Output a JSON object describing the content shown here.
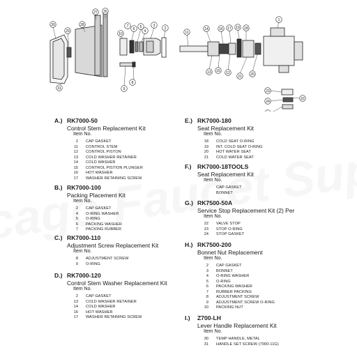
{
  "watermark": "Chicago Faucet Supply",
  "diagram": {
    "callouts": [
      "1",
      "2",
      "3",
      "4",
      "5",
      "6",
      "7",
      "8",
      "9",
      "10",
      "11",
      "12",
      "13",
      "14",
      "15",
      "16",
      "17",
      "18",
      "19",
      "20",
      "21",
      "22",
      "23",
      "24",
      "25",
      "26",
      "27",
      "28",
      "29",
      "30",
      "31"
    ]
  },
  "item_no_label": "Item No.",
  "kits": [
    {
      "letter": "A.)",
      "code": "RK7000-50",
      "title": "Control Stem Replacement Kit",
      "parts": [
        {
          "num": "2",
          "desc": "CAP GASKET"
        },
        {
          "num": "11",
          "desc": "CONTROL STEM"
        },
        {
          "num": "12",
          "desc": "CONTROL PISTON"
        },
        {
          "num": "13",
          "desc": "COLD WASHER RETAINER"
        },
        {
          "num": "14",
          "desc": "COLD WASHER"
        },
        {
          "num": "15",
          "desc": "CONTROL PISTION PLUNGER"
        },
        {
          "num": "16",
          "desc": "HOT WASHER"
        },
        {
          "num": "17",
          "desc": "WASHER RETAINING SCREW"
        }
      ]
    },
    {
      "letter": "B.)",
      "code": "RK7000-100",
      "title": "Packing Placement Kit",
      "parts": [
        {
          "num": "2",
          "desc": "CAP GASKET"
        },
        {
          "num": "4",
          "desc": "O-RING WASHER"
        },
        {
          "num": "5",
          "desc": "O-RING"
        },
        {
          "num": "6",
          "desc": "PACKING WASHER"
        },
        {
          "num": "7",
          "desc": "PACKING RUBBER"
        }
      ]
    },
    {
      "letter": "C.)",
      "code": "RK7000-110",
      "title": "Adjustment Screw Replacement Kit",
      "parts": [
        {
          "num": "8",
          "desc": "ADJUSTMENT SCREW"
        },
        {
          "num": "9",
          "desc": "O-RING"
        }
      ]
    },
    {
      "letter": "D.)",
      "code": "RK7000-120",
      "title": "Control Stem Washer Replacement Kit",
      "parts": [
        {
          "num": "2",
          "desc": "CAP GASKET"
        },
        {
          "num": "13",
          "desc": "COLD WASHER RETAINER"
        },
        {
          "num": "14",
          "desc": "COLD WASHER"
        },
        {
          "num": "16",
          "desc": "HOT WASHER"
        },
        {
          "num": "17",
          "desc": "WASHER RETAINING SCREW"
        }
      ]
    },
    {
      "letter": "E.)",
      "code": "RK7000-180",
      "title": "Seat Replacement Kit",
      "parts": [
        {
          "num": "18",
          "desc": "COLD SEAT O-RING"
        },
        {
          "num": "19",
          "desc": "INT. COLD SEAT O-RING"
        },
        {
          "num": "20",
          "desc": "HOT WATER SEAT"
        },
        {
          "num": "21",
          "desc": "COLD WATER SEAT"
        }
      ]
    },
    {
      "letter": "F.)",
      "code": "RK7000-18TOOLS",
      "title": "Seat Replacement Kit",
      "parts": [
        {
          "num": "",
          "desc": "CAP GASKET"
        },
        {
          "num": "",
          "desc": "BONNET"
        }
      ]
    },
    {
      "letter": "G.)",
      "code": "RK7500-50A",
      "title": "Service Stop Replacement Kit (2) Per",
      "parts": [
        {
          "num": "22",
          "desc": "VALVE STOP"
        },
        {
          "num": "23",
          "desc": "STOP O-RING"
        },
        {
          "num": "24",
          "desc": "STOP GASKET"
        }
      ]
    },
    {
      "letter": "H.)",
      "code": "RK7500-200",
      "title": "Bonnet Nut Replacement",
      "parts": [
        {
          "num": "2",
          "desc": "CAP GASKET"
        },
        {
          "num": "3",
          "desc": "BONNET"
        },
        {
          "num": "4",
          "desc": "O-RING WASHER"
        },
        {
          "num": "5",
          "desc": "O-RING"
        },
        {
          "num": "6",
          "desc": "PACKING WASHER"
        },
        {
          "num": "7",
          "desc": "RUBBER PACKING"
        },
        {
          "num": "8",
          "desc": "ADJUSTMENT SCREW"
        },
        {
          "num": "9",
          "desc": "ADJUSTMENT SCREW O-RING"
        },
        {
          "num": "10",
          "desc": "PACKING NUT"
        }
      ]
    },
    {
      "letter": "I.)",
      "code": "Z700-LH",
      "title": "Lever Handle Replacement Kit",
      "parts": [
        {
          "num": "30",
          "desc": "TEMP HANDLE, METAL"
        },
        {
          "num": "31",
          "desc": "HANDLE SET SCREW (7000-11G)"
        }
      ]
    }
  ]
}
